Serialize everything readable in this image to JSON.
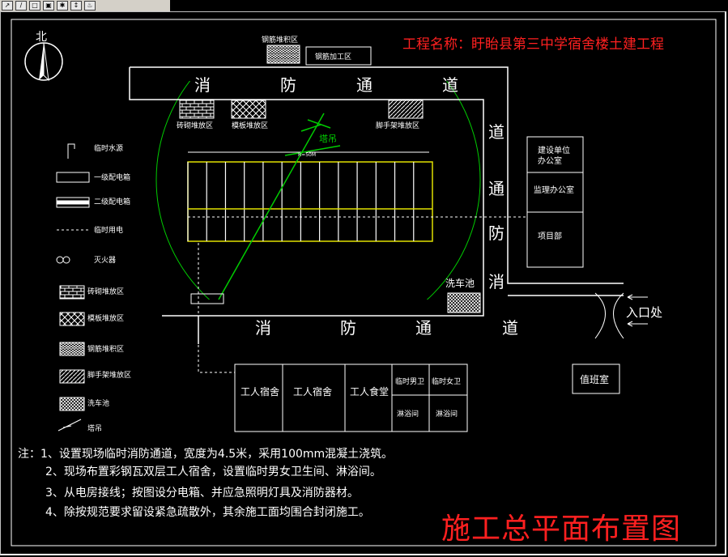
{
  "toolbar": {
    "buttons": [
      "↗",
      "/",
      "□",
      "▣",
      "✱",
      "↕",
      "♨"
    ]
  },
  "project_title": "工程名称：盱眙县第三中学宿舍楼土建工程",
  "main_title": "施工总平面布置图",
  "north_label": "北",
  "road": {
    "chars": [
      "消",
      "防",
      "通",
      "道"
    ]
  },
  "areas": {
    "rebar_stack": "钢筋堆积区",
    "rebar_processing": "钢筋加工区",
    "brick_stack": "砖砌堆放区",
    "formwork_stack": "模板堆放区",
    "scaffold_stack": "脚手架堆放区",
    "tower_crane": "塔吊",
    "radius_label": "R=50M",
    "car_wash": "洗车池",
    "entrance": "入口处",
    "guard_room": "值班室",
    "client_office": "建设单位\n办公室",
    "client_office_l1": "建设单位",
    "client_office_l2": "办公室",
    "supervision_office": "监理办公室",
    "project_dept": "项目部",
    "worker_dorm_1": "工人宿舍",
    "worker_dorm_2": "工人宿舍",
    "worker_canteen": "工人食堂",
    "temp_toilet_m": "临时男卫",
    "temp_toilet_f": "临时女卫",
    "shower_1": "淋浴间",
    "shower_2": "淋浴间"
  },
  "legend": [
    {
      "label": "临时水源",
      "icon": "water-source-icon"
    },
    {
      "label": "一级配电箱",
      "icon": "primary-distribution-box-icon"
    },
    {
      "label": "二级配电箱",
      "icon": "secondary-distribution-box-icon"
    },
    {
      "label": "临时用电",
      "icon": "temporary-power-line-icon"
    },
    {
      "label": "灭火器",
      "icon": "fire-extinguisher-icon"
    },
    {
      "label": "砖砌堆放区",
      "icon": "brick-hatch-icon"
    },
    {
      "label": "模板堆放区",
      "icon": "formwork-hatch-icon"
    },
    {
      "label": "钢筋堆积区",
      "icon": "rebar-hatch-icon"
    },
    {
      "label": "脚手架堆放区",
      "icon": "scaffold-hatch-icon"
    },
    {
      "label": "洗车池",
      "icon": "car-wash-hatch-icon"
    },
    {
      "label": "塔吊",
      "icon": "tower-crane-icon"
    }
  ],
  "notes": [
    "注：1、设置现场临时消防通道，宽度为4.5米，采用100mm混凝土浇筑。",
    "2、现场布置彩钢瓦双层工人宿舍，设置临时男女卫生间、淋浴间。",
    "3、从电房接线；按图设分电箱、并应急照明灯具及消防器材。",
    "4、除按规范要求留设紧急疏散外，其余施工面均围合封闭施工。"
  ],
  "colors": {
    "background": "#000000",
    "lines": "#ffffff",
    "title_red": "#ff2020",
    "crane_green": "#00cc00",
    "grid_yellow": "#e0e000"
  }
}
